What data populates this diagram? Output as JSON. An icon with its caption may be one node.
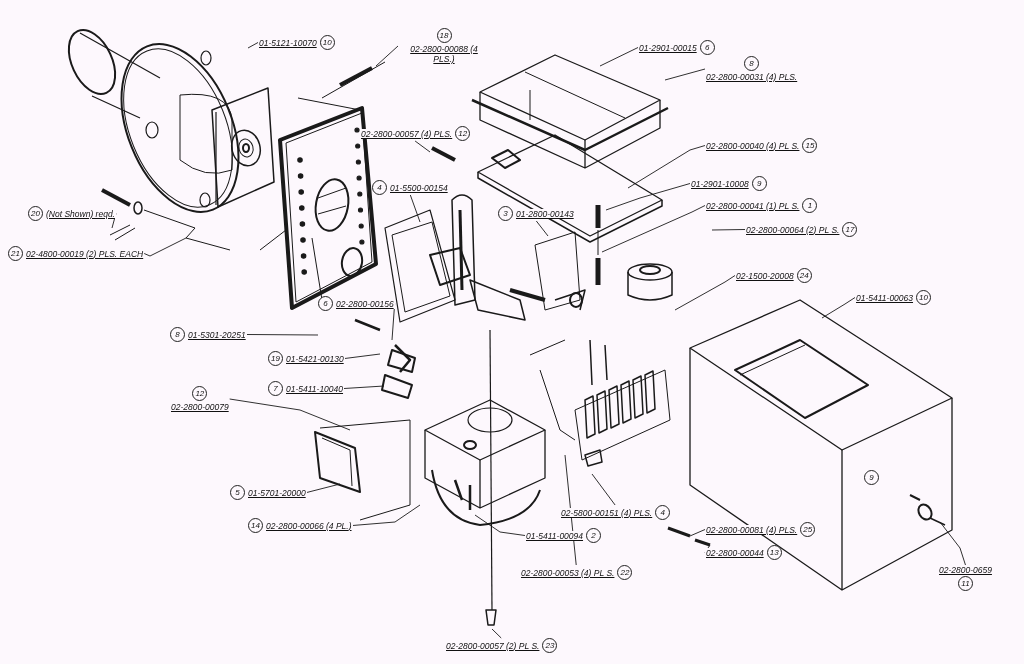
{
  "diagram": {
    "nodes": [
      {
        "text": [
          "01-5121-10070",
          "10"
        ]
      },
      {
        "text": [
          "18",
          "02-2800-00088 (4 PLS.)"
        ]
      },
      {
        "text": [
          "01-2901-00015",
          "6"
        ]
      },
      {
        "text": [
          "8",
          "02-2800-00031 (4) PLS."
        ]
      },
      {
        "text": [
          "02-2800-00040 (4) PL S.",
          "15"
        ]
      },
      {
        "text": [
          "01-2901-10008",
          "9"
        ]
      },
      {
        "text": [
          "02-2800-00041 (1) PL S.",
          "1"
        ]
      },
      {
        "text": [
          "02-2800-00064 (2) PL S.",
          "17"
        ]
      },
      {
        "text": [
          "02-1500-20008",
          "24"
        ]
      },
      {
        "text": [
          "01-5411-00063",
          "10"
        ]
      },
      {
        "text": [
          "02-2800-00057 (4) PLS.",
          "12"
        ]
      },
      {
        "text": [
          "4",
          "01-5500-00154"
        ]
      },
      {
        "text": [
          "3",
          "01-2800-00143"
        ]
      },
      {
        "text": [
          "20",
          "(Not Shown) reqd."
        ]
      },
      {
        "text": [
          "21",
          "02-4800-00019 (2) PLS. EACH"
        ]
      },
      {
        "text": [
          "8",
          "01-5301-20251"
        ]
      },
      {
        "text": [
          "6",
          "02-2800-00156"
        ]
      },
      {
        "text": [
          "19",
          "01-5421-00130"
        ]
      },
      {
        "text": [
          "7",
          "01-5411-10040"
        ]
      },
      {
        "text": [
          "12",
          "02-2800-00079"
        ]
      },
      {
        "text": [
          "5",
          "01-5701-20000"
        ]
      },
      {
        "text": [
          "14",
          "02-2800-00066 (4 PL.)"
        ]
      },
      {
        "text": [
          "01-5411-00094",
          "2"
        ]
      },
      {
        "text": [
          "02-2800-00053 (4) PL S.",
          "22"
        ]
      },
      {
        "text": [
          "02-2800-00057 (2) PL S.",
          "23"
        ]
      },
      {
        "text": [
          "02-5800-00151 (4) PLS.",
          "4"
        ]
      },
      {
        "text": [
          "02-2800-00081 (4) PLS.",
          "25"
        ]
      },
      {
        "text": [
          "02-2800-00044",
          "13"
        ]
      },
      {
        "text": [
          "02-2800-0659",
          "11"
        ]
      }
    ],
    "edges": [
      {
        "from": 0,
        "to": null,
        "arrow": "none"
      },
      {
        "from": 1,
        "to": null,
        "arrow": "none"
      },
      {
        "from": 2,
        "to": null,
        "arrow": "none"
      },
      {
        "from": 3,
        "to": null,
        "arrow": "none"
      },
      {
        "from": 4,
        "to": null,
        "arrow": "none"
      },
      {
        "from": 5,
        "to": null,
        "arrow": "none"
      },
      {
        "from": 6,
        "to": null,
        "arrow": "none"
      },
      {
        "from": 7,
        "to": null,
        "arrow": "none"
      },
      {
        "from": 8,
        "to": null,
        "arrow": "none"
      },
      {
        "from": 9,
        "to": null,
        "arrow": "none"
      },
      {
        "from": 10,
        "to": null,
        "arrow": "none"
      },
      {
        "from": 11,
        "to": null,
        "arrow": "none"
      },
      {
        "from": 12,
        "to": null,
        "arrow": "none"
      },
      {
        "from": 13,
        "to": null,
        "arrow": "none"
      },
      {
        "from": 14,
        "to": null,
        "arrow": "none"
      },
      {
        "from": 15,
        "to": null,
        "arrow": "none"
      },
      {
        "from": 16,
        "to": null,
        "arrow": "none"
      },
      {
        "from": 17,
        "to": null,
        "arrow": "none"
      },
      {
        "from": 18,
        "to": null,
        "arrow": "none"
      },
      {
        "from": 19,
        "to": null,
        "arrow": "none"
      },
      {
        "from": 20,
        "to": null,
        "arrow": "none"
      },
      {
        "from": 21,
        "to": null,
        "arrow": "none"
      },
      {
        "from": 22,
        "to": null,
        "arrow": "none"
      },
      {
        "from": 23,
        "to": null,
        "arrow": "none"
      },
      {
        "from": 24,
        "to": null,
        "arrow": "none"
      },
      {
        "from": 25,
        "to": null,
        "arrow": "none"
      },
      {
        "from": 26,
        "to": null,
        "arrow": "none"
      },
      {
        "from": 27,
        "to": null,
        "arrow": "none"
      },
      {
        "from": 28,
        "to": null,
        "arrow": "none"
      }
    ],
    "labels": [
      "9"
    ]
  }
}
